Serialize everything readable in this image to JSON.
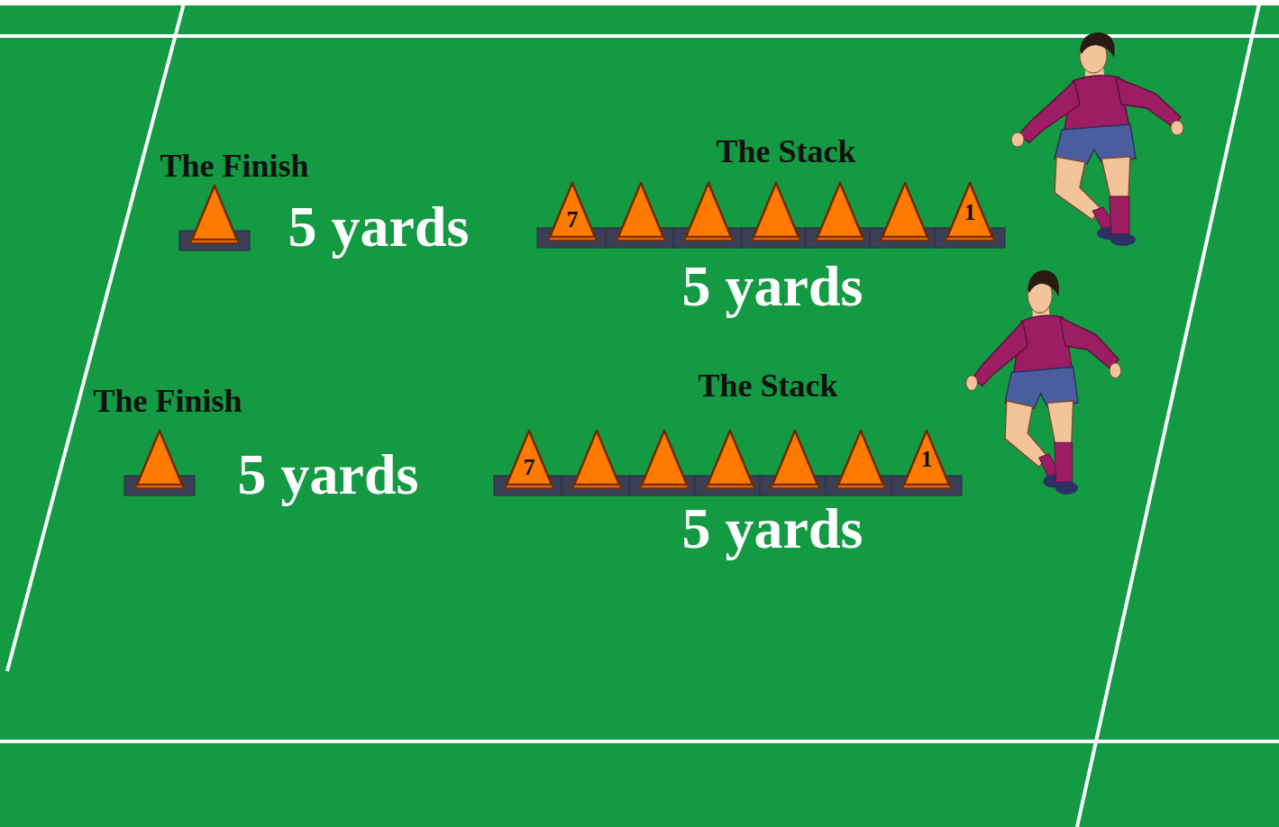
{
  "diagram": {
    "labels": [
      "The Finish",
      "The Stack",
      "5 yards",
      "7",
      "1",
      "5 yards",
      "The Finish",
      "The Stack",
      "5 yards",
      "7",
      "1",
      "5 yards"
    ]
  }
}
